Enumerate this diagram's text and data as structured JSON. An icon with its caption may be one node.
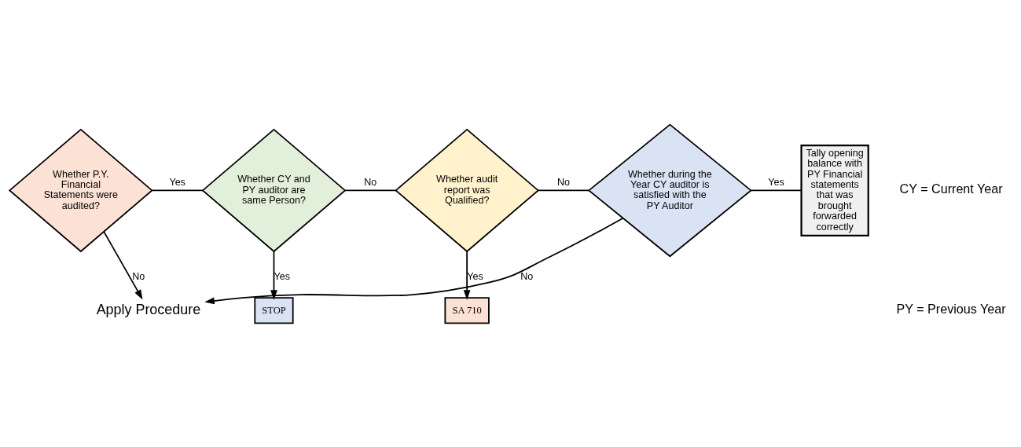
{
  "diagram": {
    "nodes": [
      {
        "text": [
          "Whether P.Y. Financial Statements were audited?"
        ]
      },
      {
        "text": [
          "Whether CY and PY auditor are same Person?"
        ]
      },
      {
        "text": [
          "Whether audit report was Qualified?"
        ]
      },
      {
        "text": [
          "Whether during the Year CY auditor is satisfied with the PY Auditor"
        ]
      },
      {
        "text": [
          "Tally opening balance with PY Financial statements that was brought forwarded correctly"
        ]
      },
      {
        "text": [
          "STOP"
        ]
      },
      {
        "text": [
          "SA 710"
        ]
      },
      {
        "text": [
          "Apply Procedure"
        ]
      }
    ],
    "edges": [
      {
        "from": 0,
        "to": 1,
        "arrow": "none",
        "label": "Yes"
      },
      {
        "from": 1,
        "to": 2,
        "arrow": "none",
        "label": "No"
      },
      {
        "from": 2,
        "to": 3,
        "arrow": "none",
        "label": "No"
      },
      {
        "from": 3,
        "to": 4,
        "arrow": "none",
        "label": "Yes"
      },
      {
        "from": 1,
        "to": 5,
        "arrow": "to",
        "label": "Yes"
      },
      {
        "from": 2,
        "to": 6,
        "arrow": "to",
        "label": "Yes"
      },
      {
        "from": 0,
        "to": 7,
        "arrow": "to",
        "label": "No"
      },
      {
        "from": 3,
        "to": 7,
        "arrow": "to",
        "label": "No"
      }
    ],
    "labels": [
      "CY = Current Year",
      "PY = Previous Year"
    ]
  }
}
